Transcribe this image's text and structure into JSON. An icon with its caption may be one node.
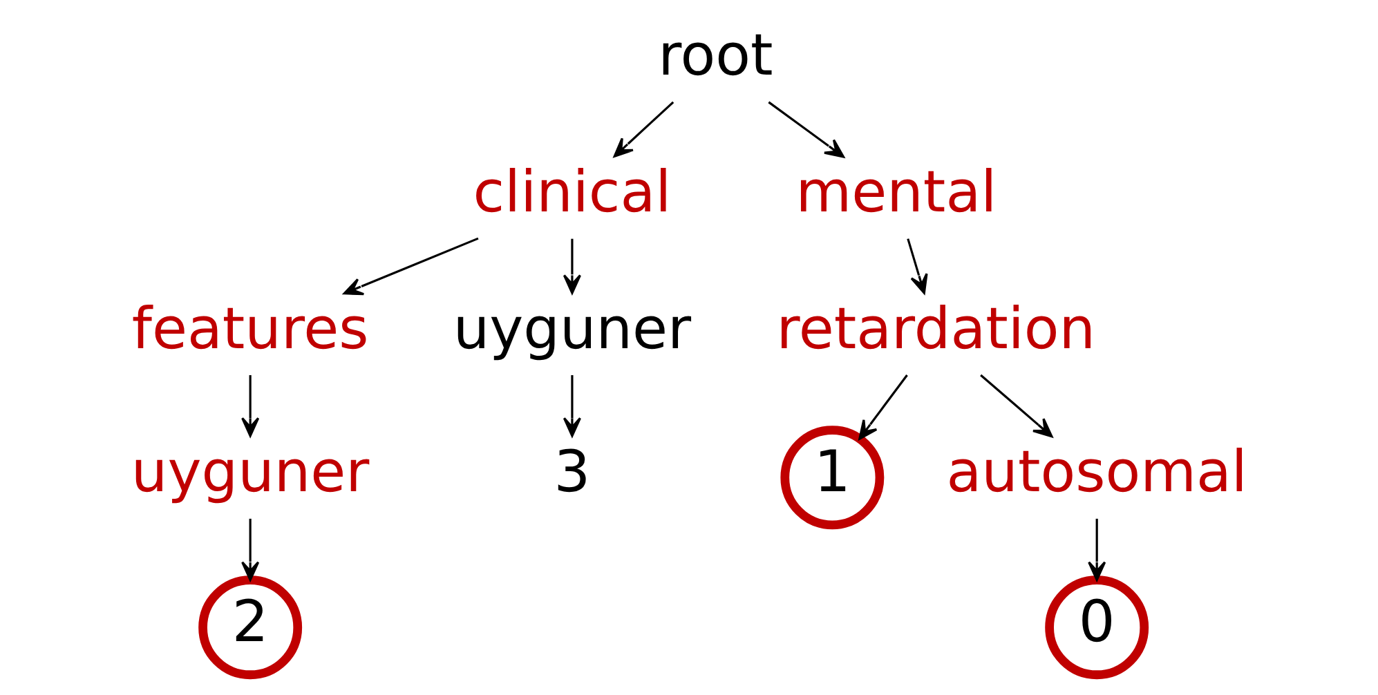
{
  "diagram": {
    "nodes": [
      {
        "text": [
          "root"
        ]
      },
      {
        "text": [
          "clinical"
        ]
      },
      {
        "text": [
          "mental"
        ]
      },
      {
        "text": [
          "features"
        ]
      },
      {
        "text": [
          "uyguner"
        ]
      },
      {
        "text": [
          "retardation"
        ]
      },
      {
        "text": [
          "uyguner"
        ]
      },
      {
        "text": [
          "3"
        ]
      },
      {
        "text": [
          "1"
        ]
      },
      {
        "text": [
          "autosomal"
        ]
      },
      {
        "text": [
          "2"
        ]
      },
      {
        "text": [
          "0"
        ]
      }
    ],
    "edges": [
      {
        "from": 0,
        "to": 1,
        "arrow": "to"
      },
      {
        "from": 0,
        "to": 2,
        "arrow": "to"
      },
      {
        "from": 1,
        "to": 3,
        "arrow": "to"
      },
      {
        "from": 1,
        "to": 4,
        "arrow": "to"
      },
      {
        "from": 2,
        "to": 5,
        "arrow": "to"
      },
      {
        "from": 3,
        "to": 6,
        "arrow": "to"
      },
      {
        "from": 4,
        "to": 7,
        "arrow": "to"
      },
      {
        "from": 5,
        "to": 8,
        "arrow": "to"
      },
      {
        "from": 5,
        "to": 9,
        "arrow": "to"
      },
      {
        "from": 6,
        "to": 10,
        "arrow": "to"
      },
      {
        "from": 9,
        "to": 11,
        "arrow": "to"
      }
    ]
  }
}
